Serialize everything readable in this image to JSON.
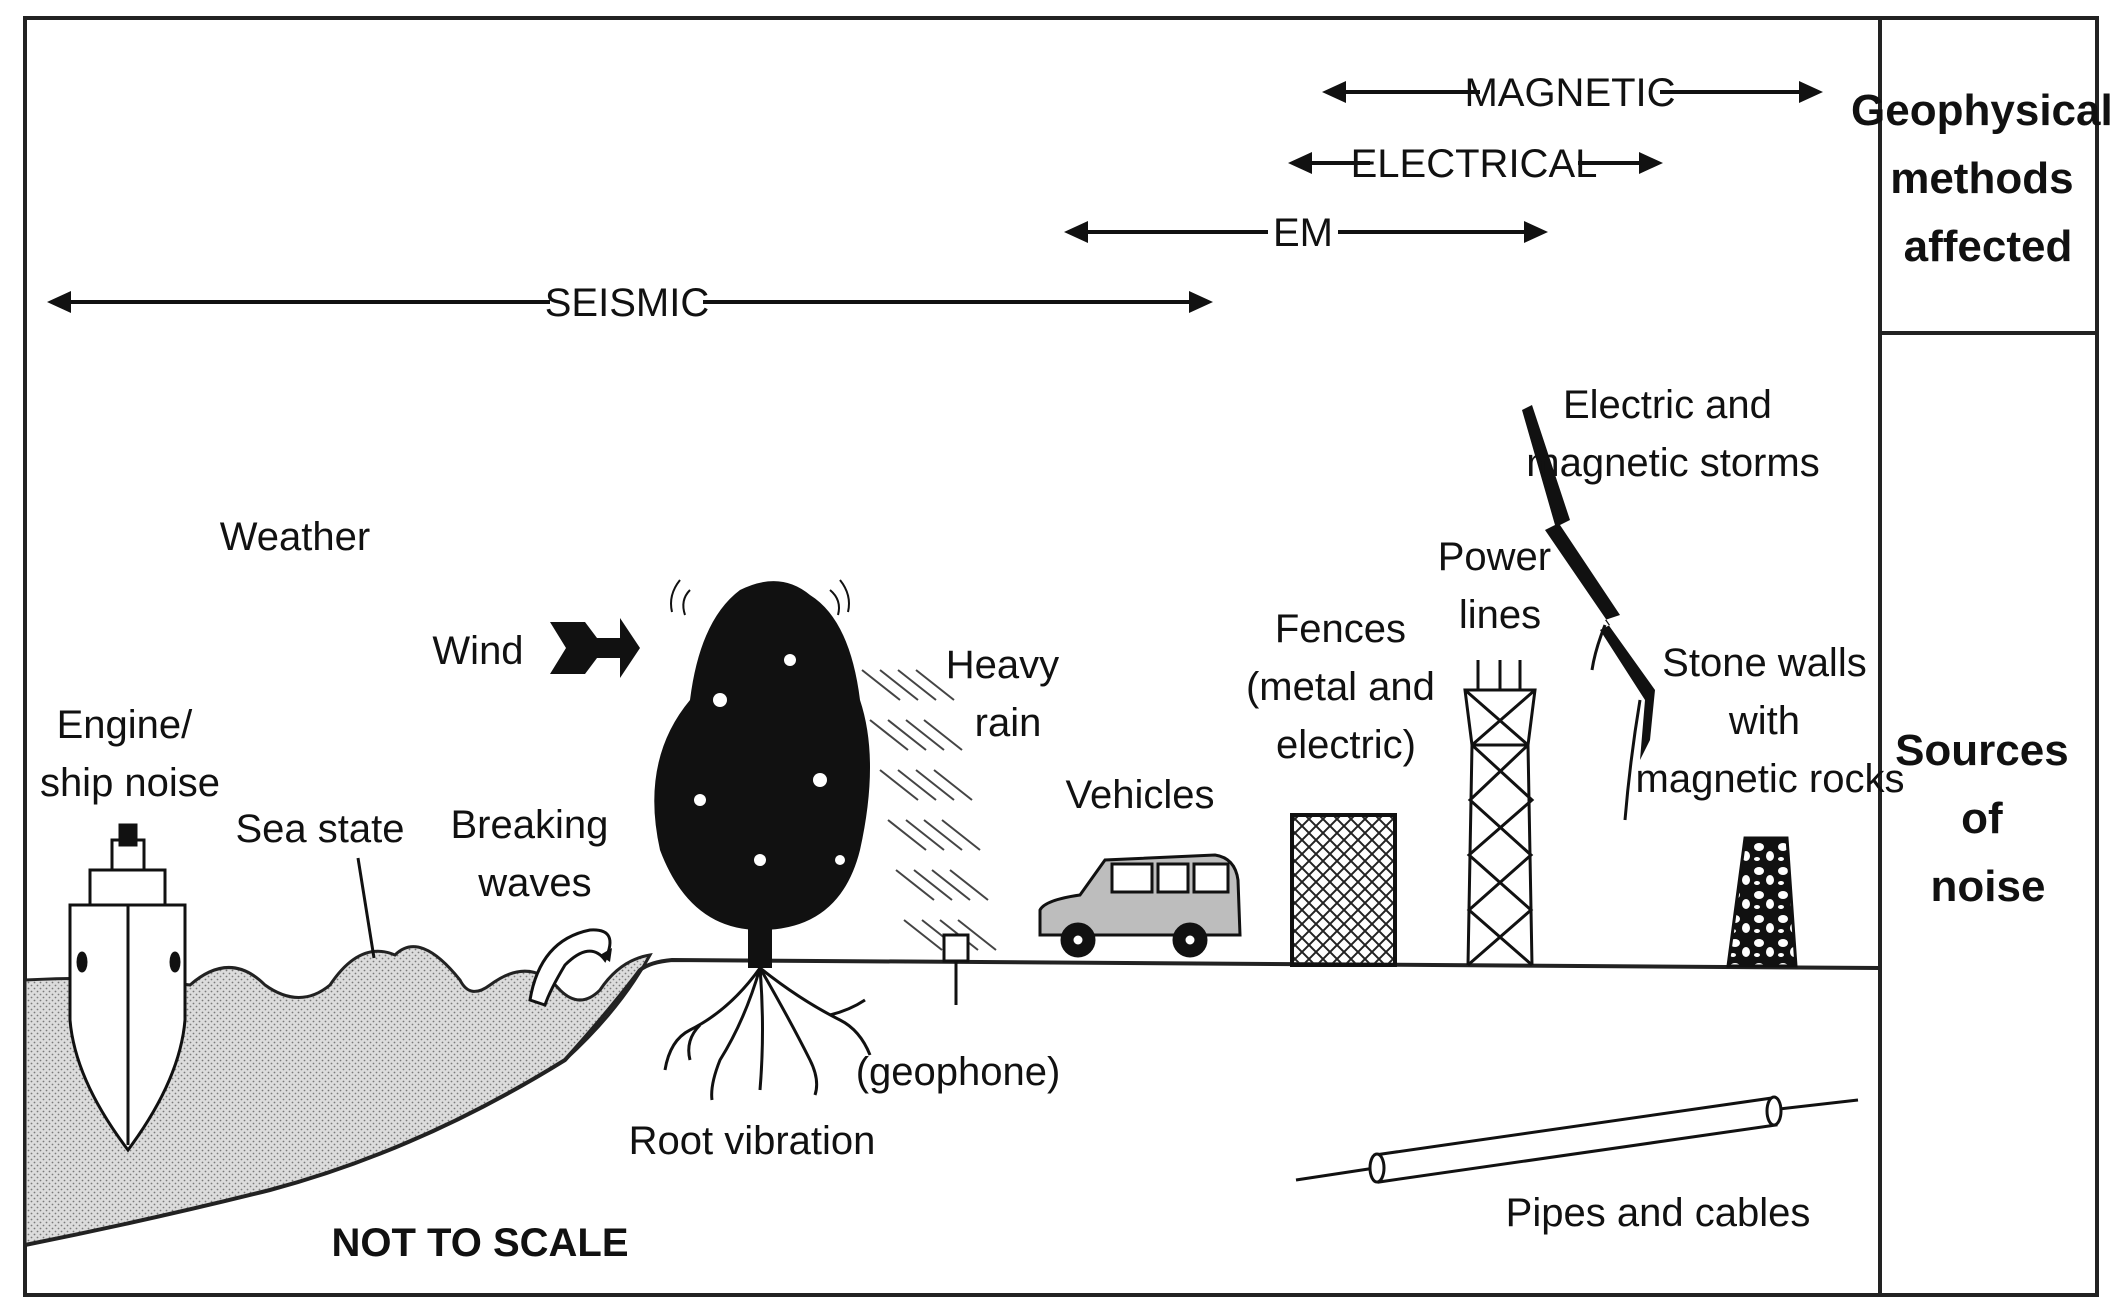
{
  "methods": {
    "magnetic": "MAGNETIC",
    "electrical": "ELECTRICAL",
    "em": "EM",
    "seismic": "SEISMIC"
  },
  "side_panel": {
    "methods_header": [
      "Geophysical",
      "methods",
      "affected"
    ],
    "sources_header": [
      "Sources",
      "of",
      "noise"
    ]
  },
  "labels": {
    "weather": "Weather",
    "wind": "Wind",
    "engine": [
      "Engine/",
      "ship noise"
    ],
    "sea_state": "Sea state",
    "breaking_waves": [
      "Breaking",
      "waves"
    ],
    "heavy_rain": [
      "Heavy",
      "rain"
    ],
    "root_vibration": "Root vibration",
    "geophone": "(geophone)",
    "vehicles": "Vehicles",
    "fences": [
      "Fences",
      "(metal and",
      "electric)"
    ],
    "power_lines": [
      "Power",
      "lines"
    ],
    "storms": [
      "Electric and",
      "magnetic storms"
    ],
    "stone_walls": [
      "Stone walls",
      "with",
      "magnetic rocks"
    ],
    "pipes": "Pipes and cables",
    "not_to_scale": "NOT TO SCALE"
  }
}
